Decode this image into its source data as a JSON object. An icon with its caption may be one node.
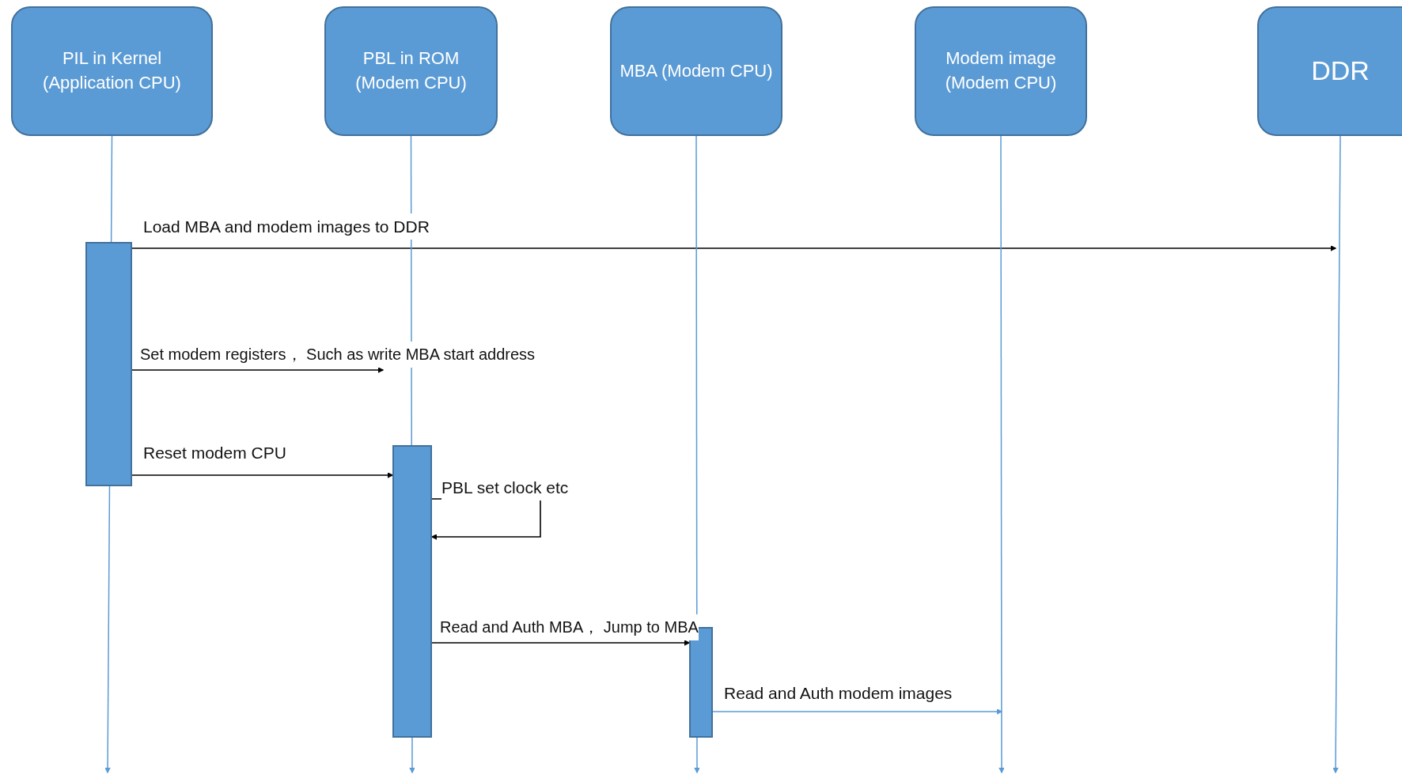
{
  "diagram": {
    "nodes": [
      {
        "text": [
          "PIL in Kernel (Application CPU)"
        ]
      },
      {
        "text": [
          "PBL in ROM (Modem CPU)"
        ]
      },
      {
        "text": [
          "MBA (Modem CPU)"
        ]
      },
      {
        "text": [
          "Modem image (Modem CPU)"
        ]
      },
      {
        "text": [
          "DDR"
        ]
      },
      {
        "text": [],
        "shape": "bar"
      },
      {
        "text": [],
        "shape": "bar"
      },
      {
        "text": [],
        "shape": "bar"
      }
    ],
    "edges": [
      {
        "from": 5,
        "to": null,
        "arrow": "to",
        "label": "Load MBA and modem images to DDR",
        "color": "#000000"
      },
      {
        "from": 5,
        "to": null,
        "arrow": "to",
        "label": "Set modem registers， Such as write MBA start address",
        "color": "#000000"
      },
      {
        "from": 5,
        "to": 6,
        "arrow": "to",
        "label": "Reset modem CPU",
        "color": "#000000"
      },
      {
        "from": 6,
        "to": 6,
        "arrow": "to",
        "label": "PBL set clock etc",
        "color": "#000000"
      },
      {
        "from": 6,
        "to": 7,
        "arrow": "to",
        "label": "Read and Auth MBA， Jump to MBA",
        "color": "#000000"
      },
      {
        "from": 7,
        "to": null,
        "arrow": "to",
        "label": "Read and Auth modem images",
        "color": "#5b9bd5"
      },
      {
        "from": 0,
        "to": null,
        "arrow": "to",
        "color": "#5b9bd5"
      },
      {
        "from": 1,
        "to": null,
        "arrow": "to",
        "color": "#5b9bd5"
      },
      {
        "from": 2,
        "to": null,
        "arrow": "to",
        "color": "#5b9bd5"
      },
      {
        "from": 3,
        "to": null,
        "arrow": "to",
        "color": "#5b9bd5"
      },
      {
        "from": 4,
        "to": null,
        "arrow": "to",
        "color": "#5b9bd5"
      }
    ]
  }
}
